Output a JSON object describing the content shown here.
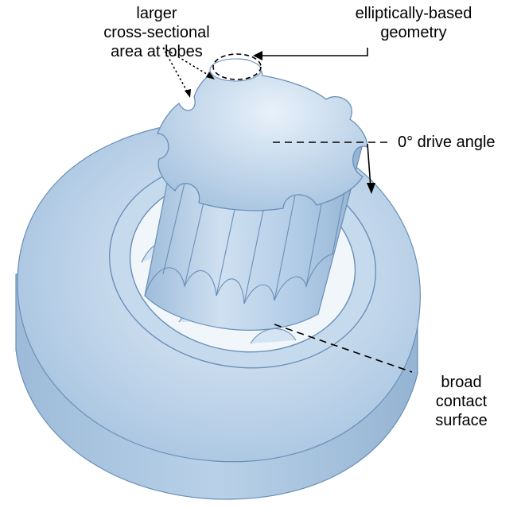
{
  "colors": {
    "body_fill": "#b8d0e6",
    "body_light": "#dce9f5",
    "body_dark": "#93b3d2",
    "outline": "#6a8fb8",
    "cavity": "#eef4fb",
    "leader": "#000000"
  },
  "annotations": {
    "lobes": [
      "larger",
      "cross-sectional",
      "area at lobes"
    ],
    "geometry": [
      "elliptically-based",
      "geometry"
    ],
    "drive_angle": "0° drive angle",
    "contact": [
      "broad",
      "contact",
      "surface"
    ]
  }
}
